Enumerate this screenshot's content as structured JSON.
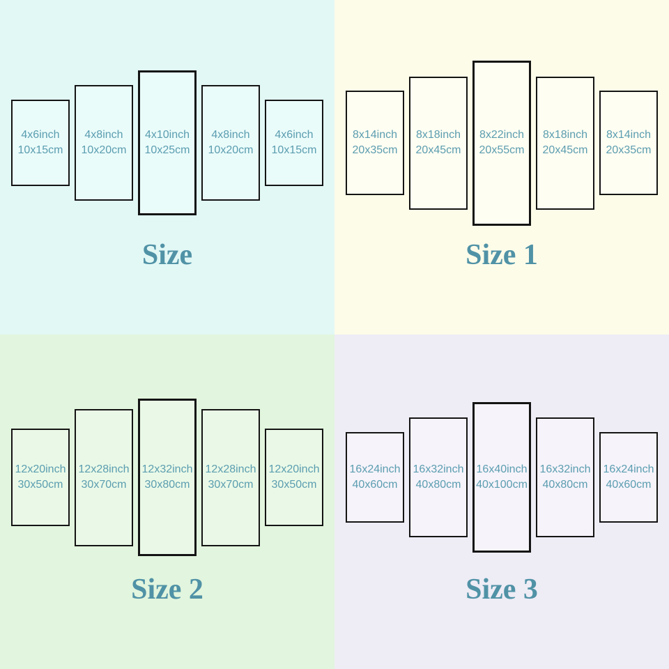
{
  "quadrants": [
    {
      "title": "Size",
      "panels": [
        {
          "inch": "4x6inch",
          "cm": "10x15cm"
        },
        {
          "inch": "4x8inch",
          "cm": "10x20cm"
        },
        {
          "inch": "4x10inch",
          "cm": "10x25cm"
        },
        {
          "inch": "4x8inch",
          "cm": "10x20cm"
        },
        {
          "inch": "4x6inch",
          "cm": "10x15cm"
        }
      ]
    },
    {
      "title": "Size 1",
      "panels": [
        {
          "inch": "8x14inch",
          "cm": "20x35cm"
        },
        {
          "inch": "8x18inch",
          "cm": "20x45cm"
        },
        {
          "inch": "8x22inch",
          "cm": "20x55cm"
        },
        {
          "inch": "8x18inch",
          "cm": "20x45cm"
        },
        {
          "inch": "8x14inch",
          "cm": "20x35cm"
        }
      ]
    },
    {
      "title": "Size 2",
      "panels": [
        {
          "inch": "12x20inch",
          "cm": "30x50cm"
        },
        {
          "inch": "12x28inch",
          "cm": "30x70cm"
        },
        {
          "inch": "12x32inch",
          "cm": "30x80cm"
        },
        {
          "inch": "12x28inch",
          "cm": "30x70cm"
        },
        {
          "inch": "12x20inch",
          "cm": "30x50cm"
        }
      ]
    },
    {
      "title": "Size 3",
      "panels": [
        {
          "inch": "16x24inch",
          "cm": "40x60cm"
        },
        {
          "inch": "16x32inch",
          "cm": "40x80cm"
        },
        {
          "inch": "16x40inch",
          "cm": "40x100cm"
        },
        {
          "inch": "16x32inch",
          "cm": "40x80cm"
        },
        {
          "inch": "16x24inch",
          "cm": "40x60cm"
        }
      ]
    }
  ],
  "colors": {
    "quadrant_backgrounds": [
      "#e2f8f5",
      "#fdfce9",
      "#e2f5de",
      "#eeecf5"
    ],
    "panel_fill": [
      "#eafcfa",
      "#fffef2",
      "#eaf9e7",
      "#f6f3fa"
    ],
    "panel_border": "#141414",
    "panel_text": "#5b9db0",
    "title_text": "#5092a6"
  }
}
